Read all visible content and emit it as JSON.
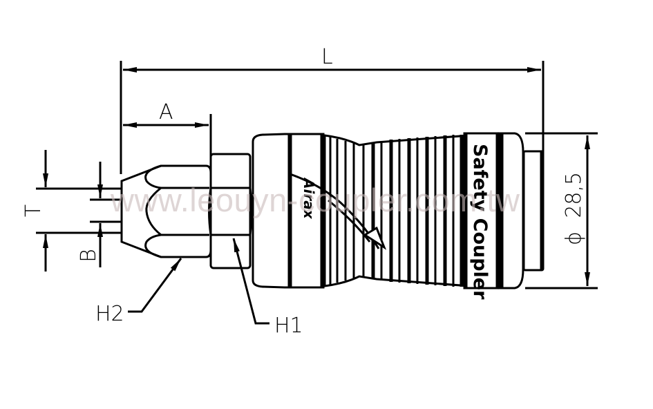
{
  "drawing": {
    "title": "Safety Coupler dimension drawing",
    "dimensions": {
      "overall_length": "L",
      "nut_length": "A",
      "bore_tube": "T",
      "bore_b": "B",
      "hex_h1": "H1",
      "hex_h2": "H2",
      "diameter_symbol": "ϕ",
      "diameter_value": "28,5"
    },
    "body_text": {
      "product": "Safety Coupler",
      "logo": "Airax"
    },
    "watermark": "www.leouyn-coupler.com.tw",
    "colors": {
      "line": "#000000",
      "background": "#ffffff",
      "watermark": "#c8b9b9"
    }
  }
}
